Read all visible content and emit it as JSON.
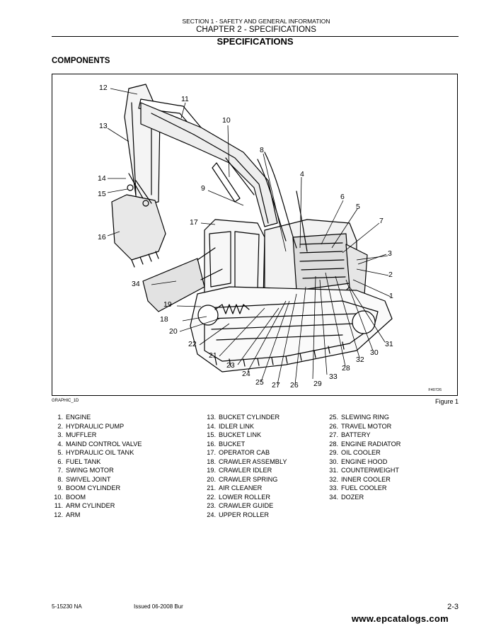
{
  "header": {
    "section": "SECTION 1 - SAFETY AND GENERAL INFORMATION",
    "chapter": "CHAPTER 2 - SPECIFICATIONS",
    "title": "SPECIFICATIONS"
  },
  "components_heading": "COMPONENTS",
  "figure": {
    "graphic_tag": "GRAPHIC_1D",
    "reference_code": "F40726",
    "caption": "Figure 1",
    "callouts": [
      "1",
      "2",
      "3",
      "4",
      "5",
      "6",
      "7",
      "8",
      "9",
      "10",
      "11",
      "12",
      "13",
      "14",
      "15",
      "16",
      "17",
      "18",
      "19",
      "20",
      "21",
      "22",
      "23",
      "24",
      "25",
      "26",
      "27",
      "28",
      "29",
      "30",
      "31",
      "32",
      "33",
      "34"
    ]
  },
  "legend": [
    {
      "num": "1.",
      "label": "ENGINE"
    },
    {
      "num": "2.",
      "label": "HYDRAULIC PUMP"
    },
    {
      "num": "3.",
      "label": "MUFFLER"
    },
    {
      "num": "4.",
      "label": "MAIND CONTROL VALVE"
    },
    {
      "num": "5.",
      "label": "HYDRAULIC OIL TANK"
    },
    {
      "num": "6.",
      "label": "FUEL TANK"
    },
    {
      "num": "7.",
      "label": "SWING MOTOR"
    },
    {
      "num": "8.",
      "label": "SWIVEL JOINT"
    },
    {
      "num": "9.",
      "label": "BOOM CYLINDER"
    },
    {
      "num": "10.",
      "label": "BOOM"
    },
    {
      "num": "11.",
      "label": "ARM CYLINDER"
    },
    {
      "num": "12.",
      "label": "ARM"
    },
    {
      "num": "13.",
      "label": "BUCKET CYLINDER"
    },
    {
      "num": "14.",
      "label": "IDLER LINK"
    },
    {
      "num": "15.",
      "label": "BUCKET LINK"
    },
    {
      "num": "16.",
      "label": "BUCKET"
    },
    {
      "num": "17.",
      "label": "OPERATOR CAB"
    },
    {
      "num": "18.",
      "label": "CRAWLER ASSEMBLY"
    },
    {
      "num": "19.",
      "label": "CRAWLER IDLER"
    },
    {
      "num": "20.",
      "label": "CRAWLER SPRING"
    },
    {
      "num": "21.",
      "label": "AIR CLEANER"
    },
    {
      "num": "22.",
      "label": "LOWER ROLLER"
    },
    {
      "num": "23.",
      "label": "CRAWLER GUIDE"
    },
    {
      "num": "24.",
      "label": "UPPER ROLLER"
    },
    {
      "num": "25.",
      "label": "SLEWING RING"
    },
    {
      "num": "26.",
      "label": "TRAVEL MOTOR"
    },
    {
      "num": "27.",
      "label": "BATTERY"
    },
    {
      "num": "28.",
      "label": "ENGINE RADIATOR"
    },
    {
      "num": "29.",
      "label": "OIL COOLER"
    },
    {
      "num": "30.",
      "label": "ENGINE HOOD"
    },
    {
      "num": "31.",
      "label": "COUNTERWEIGHT"
    },
    {
      "num": "32.",
      "label": "INNER COOLER"
    },
    {
      "num": "33.",
      "label": "FUEL COOLER"
    },
    {
      "num": "34.",
      "label": "DOZER"
    }
  ],
  "footer": {
    "doc_number": "5-15230 NA",
    "issue": "Issued 06-2008   Bur",
    "page_number": "2-3",
    "watermark": "www.epcatalogs.com"
  }
}
